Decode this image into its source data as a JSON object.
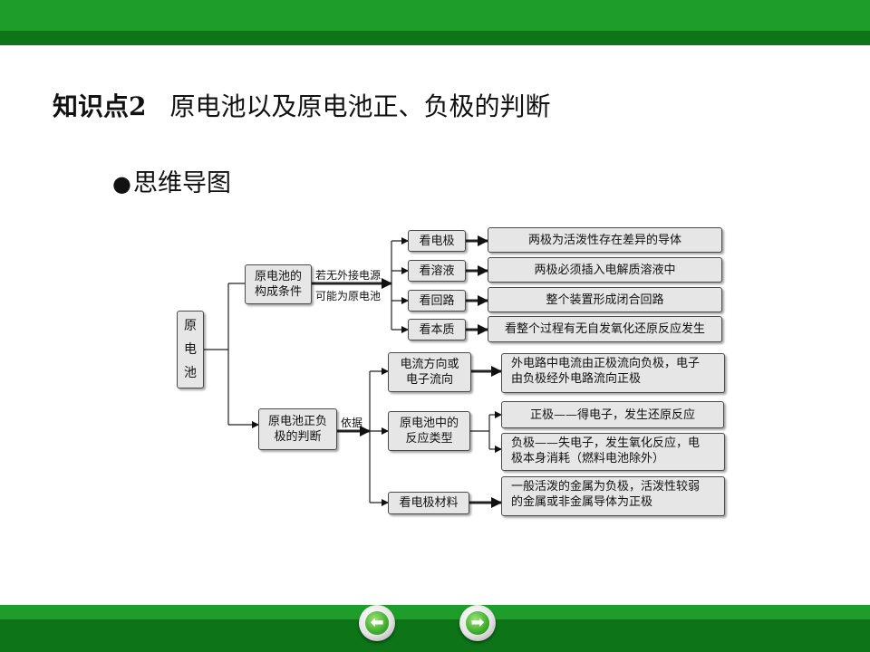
{
  "heading": {
    "number": "知识点2",
    "text": "原电池以及原电池正、负极的判断"
  },
  "subheading": {
    "bullet": "●",
    "text": "思维导图"
  },
  "mindmap": {
    "root": [
      "原",
      "电",
      "池"
    ],
    "conditions": {
      "label_line1": "原电池的",
      "label_line2": "构成条件",
      "connector_top": "若无外接电源",
      "connector_bottom": "可能为原电池",
      "checks": [
        {
          "check": "看电极",
          "result": "两极为活泼性存在差异的导体"
        },
        {
          "check": "看溶液",
          "result": "两极必须插入电解质溶液中"
        },
        {
          "check": "看回路",
          "result": "整个装置形成闭合回路"
        },
        {
          "check": "看本质",
          "result": "看整个过程有无自发氧化还原反应发生"
        }
      ]
    },
    "judgement": {
      "label_line1": "原电池正负",
      "label_line2": "极的判断",
      "connector": "依据",
      "current": {
        "line1": "电流方向或",
        "line2": "电子流向",
        "result_line1": "外电路中电流由正极流向负极，电子",
        "result_line2": "由负极经外电路流向正极"
      },
      "reaction": {
        "line1": "原电池中的",
        "line2": "反应类型",
        "positive": "正极——得电子，发生还原反应",
        "negative_line1": "负极——失电子，发生氧化反应，电",
        "negative_line2": "极本身消耗（燃料电池除外）"
      },
      "material": {
        "label": "看电极材料",
        "result_line1": "一般活泼的金属为负极，活泼性较弱",
        "result_line2": "的金属或非金属导体为正极"
      }
    }
  },
  "nav": {
    "prev_icon": "arrow-left-icon",
    "next_icon": "arrow-right-icon",
    "prev_glyph": "⬅",
    "next_glyph": "➡"
  },
  "colors": {
    "bar_light": "#1f9d2b",
    "bar_dark": "#0d7418",
    "box_fill": "#e6e6e6",
    "box_border": "#4a4a4a"
  }
}
